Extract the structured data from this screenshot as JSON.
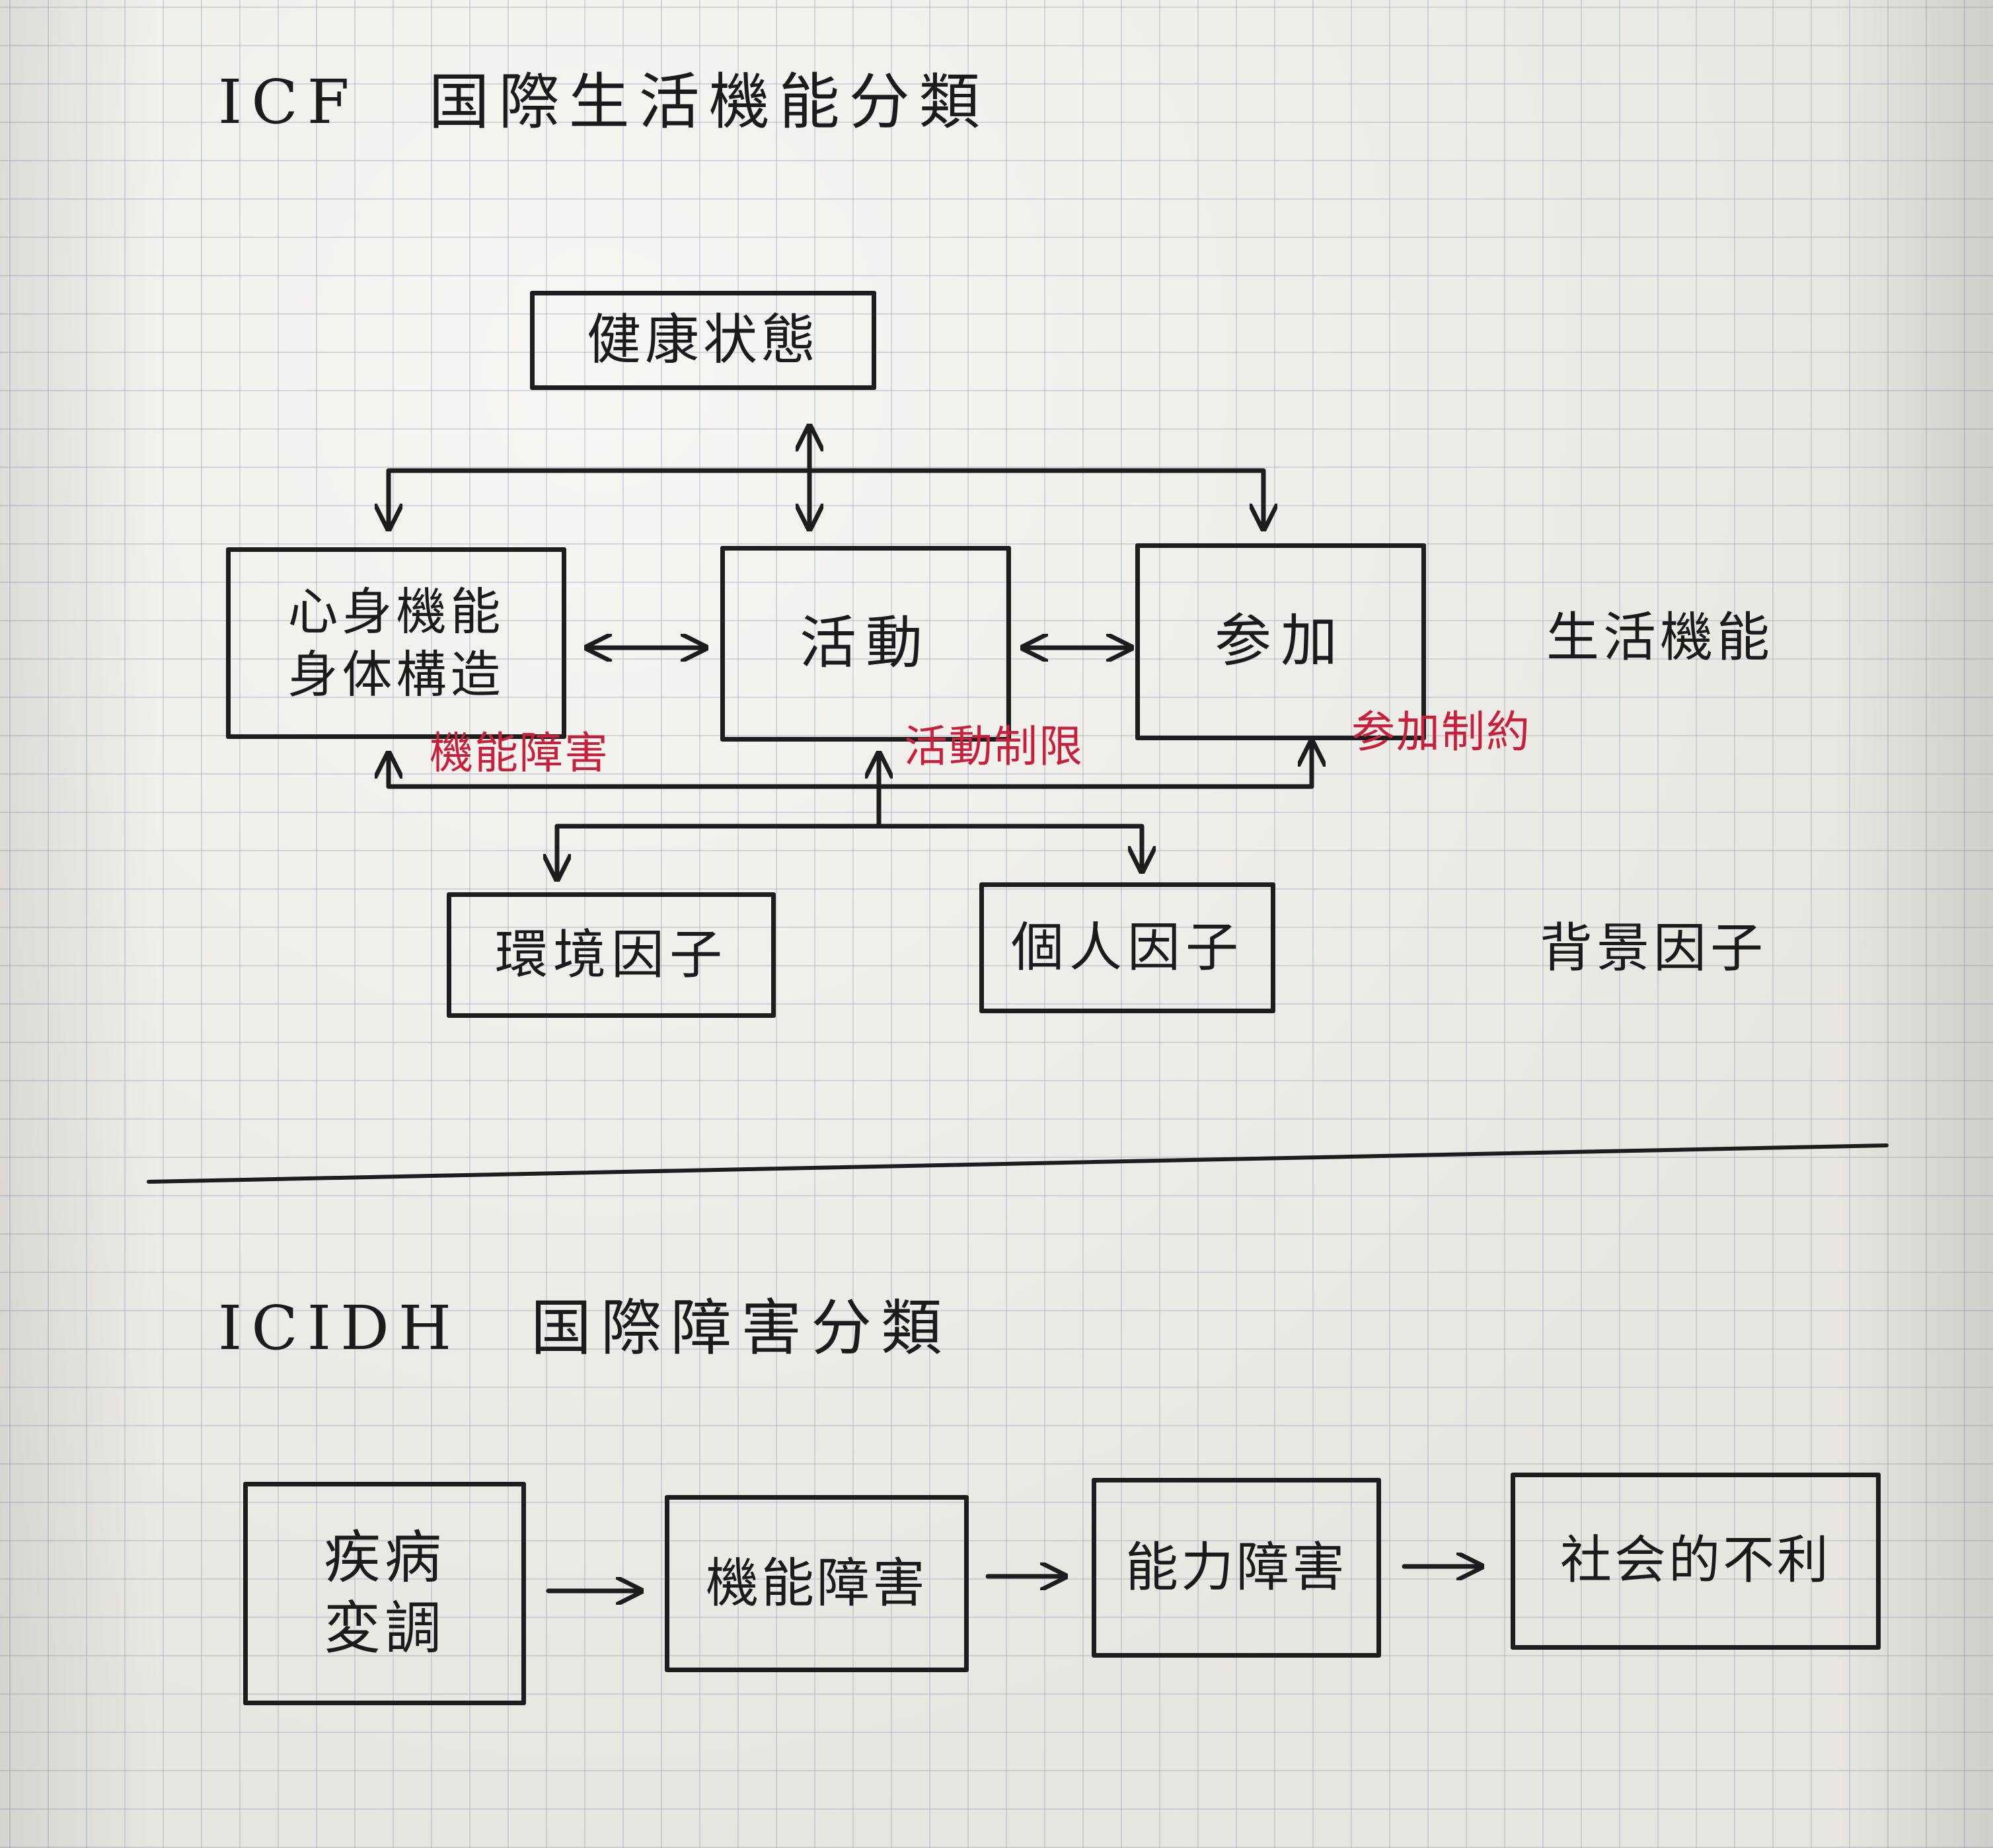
{
  "icf": {
    "title": "ICF　国際生活機能分類",
    "health": "健康状態",
    "body_function": [
      "心身機能",
      "身体構造"
    ],
    "activity": "活動",
    "participation": "参加",
    "environment": "環境因子",
    "personal": "個人因子",
    "functioning_label": "生活機能",
    "context_label": "背景因子",
    "impairment": "機能障害",
    "activity_limitation": "活動制限",
    "participation_restriction": "参加制約"
  },
  "icidh": {
    "title": "ICIDH　国際障害分類",
    "disease": [
      "疾病",
      "変調"
    ],
    "impairment": "機能障害",
    "disability": "能力障害",
    "handicap": "社会的不利"
  },
  "colors": {
    "ink": "#1d1d1d",
    "red_ink": "#c8203a",
    "paper": "#ecebe6",
    "grid": "#9aa2af"
  }
}
